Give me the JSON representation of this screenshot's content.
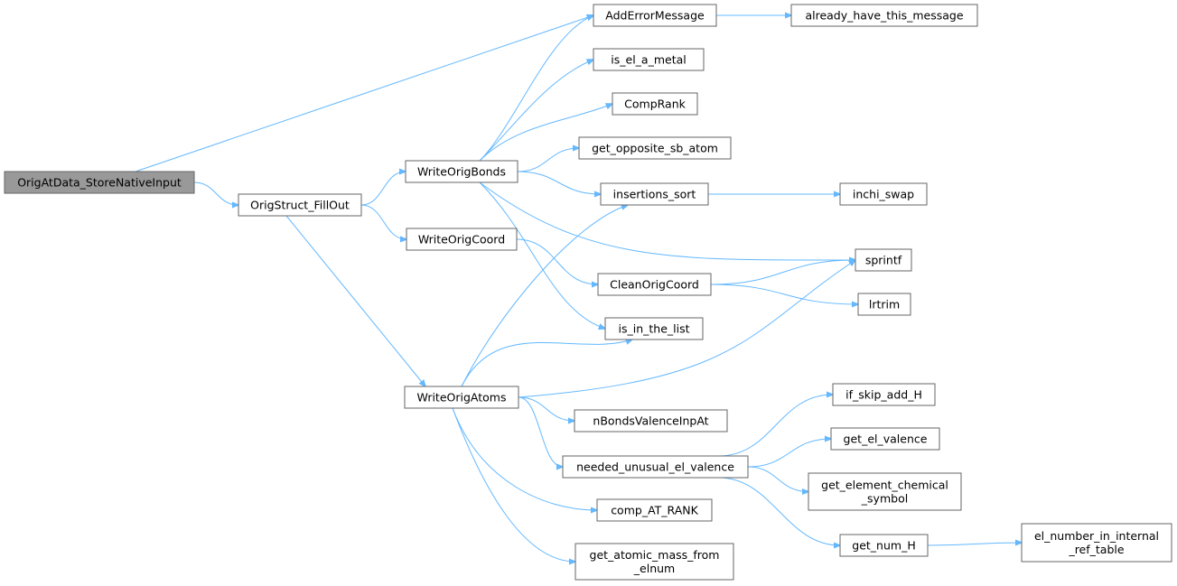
{
  "nodes": {
    "root": "OrigAtData_StoreNativeInput",
    "fillout": "OrigStruct_FillOut",
    "bonds": "WriteOrigBonds",
    "coord": "WriteOrigCoord",
    "atoms": "WriteOrigAtoms",
    "adderr": "AddErrorMessage",
    "already": "already_have_this_message",
    "ismetal": "is_el_a_metal",
    "comprank": "CompRank",
    "opposite": "get_opposite_sb_atom",
    "insort": "insertions_sort",
    "swap": "inchi_swap",
    "sprintf": "sprintf",
    "clean": "CleanOrigCoord",
    "lrtrim": "lrtrim",
    "inlist": "is_in_the_list",
    "skipaddh": "if_skip_add_H",
    "nbonds": "nBondsValenceInpAt",
    "elval": "get_el_valence",
    "unusual": "needed_unusual_el_valence",
    "chemsym": [
      "get_element_chemical",
      "_symbol"
    ],
    "comprankat": "comp_AT_RANK",
    "numh": "get_num_H",
    "elnum": [
      "el_number_in_internal",
      "_ref_table"
    ],
    "mass": [
      "get_atomic_mass_from",
      "_elnum"
    ]
  },
  "edges": [
    [
      "root",
      "fillout"
    ],
    [
      "root",
      "adderr"
    ],
    [
      "fillout",
      "bonds"
    ],
    [
      "fillout",
      "coord"
    ],
    [
      "fillout",
      "atoms"
    ],
    [
      "bonds",
      "adderr"
    ],
    [
      "bonds",
      "ismetal"
    ],
    [
      "bonds",
      "comprank"
    ],
    [
      "bonds",
      "opposite"
    ],
    [
      "bonds",
      "insort"
    ],
    [
      "bonds",
      "sprintf"
    ],
    [
      "bonds",
      "inlist"
    ],
    [
      "adderr",
      "already"
    ],
    [
      "insort",
      "swap"
    ],
    [
      "coord",
      "clean"
    ],
    [
      "clean",
      "sprintf"
    ],
    [
      "clean",
      "lrtrim"
    ],
    [
      "atoms",
      "insort"
    ],
    [
      "atoms",
      "sprintf"
    ],
    [
      "atoms",
      "inlist"
    ],
    [
      "atoms",
      "nbonds"
    ],
    [
      "atoms",
      "unusual"
    ],
    [
      "atoms",
      "comprankat"
    ],
    [
      "atoms",
      "mass"
    ],
    [
      "unusual",
      "skipaddh"
    ],
    [
      "unusual",
      "elval"
    ],
    [
      "unusual",
      "chemsym"
    ],
    [
      "unusual",
      "numh"
    ],
    [
      "numh",
      "elnum"
    ]
  ],
  "colors": {
    "edge": "#63b8ff",
    "node_border": "#666666",
    "root_fill": "#999999"
  }
}
